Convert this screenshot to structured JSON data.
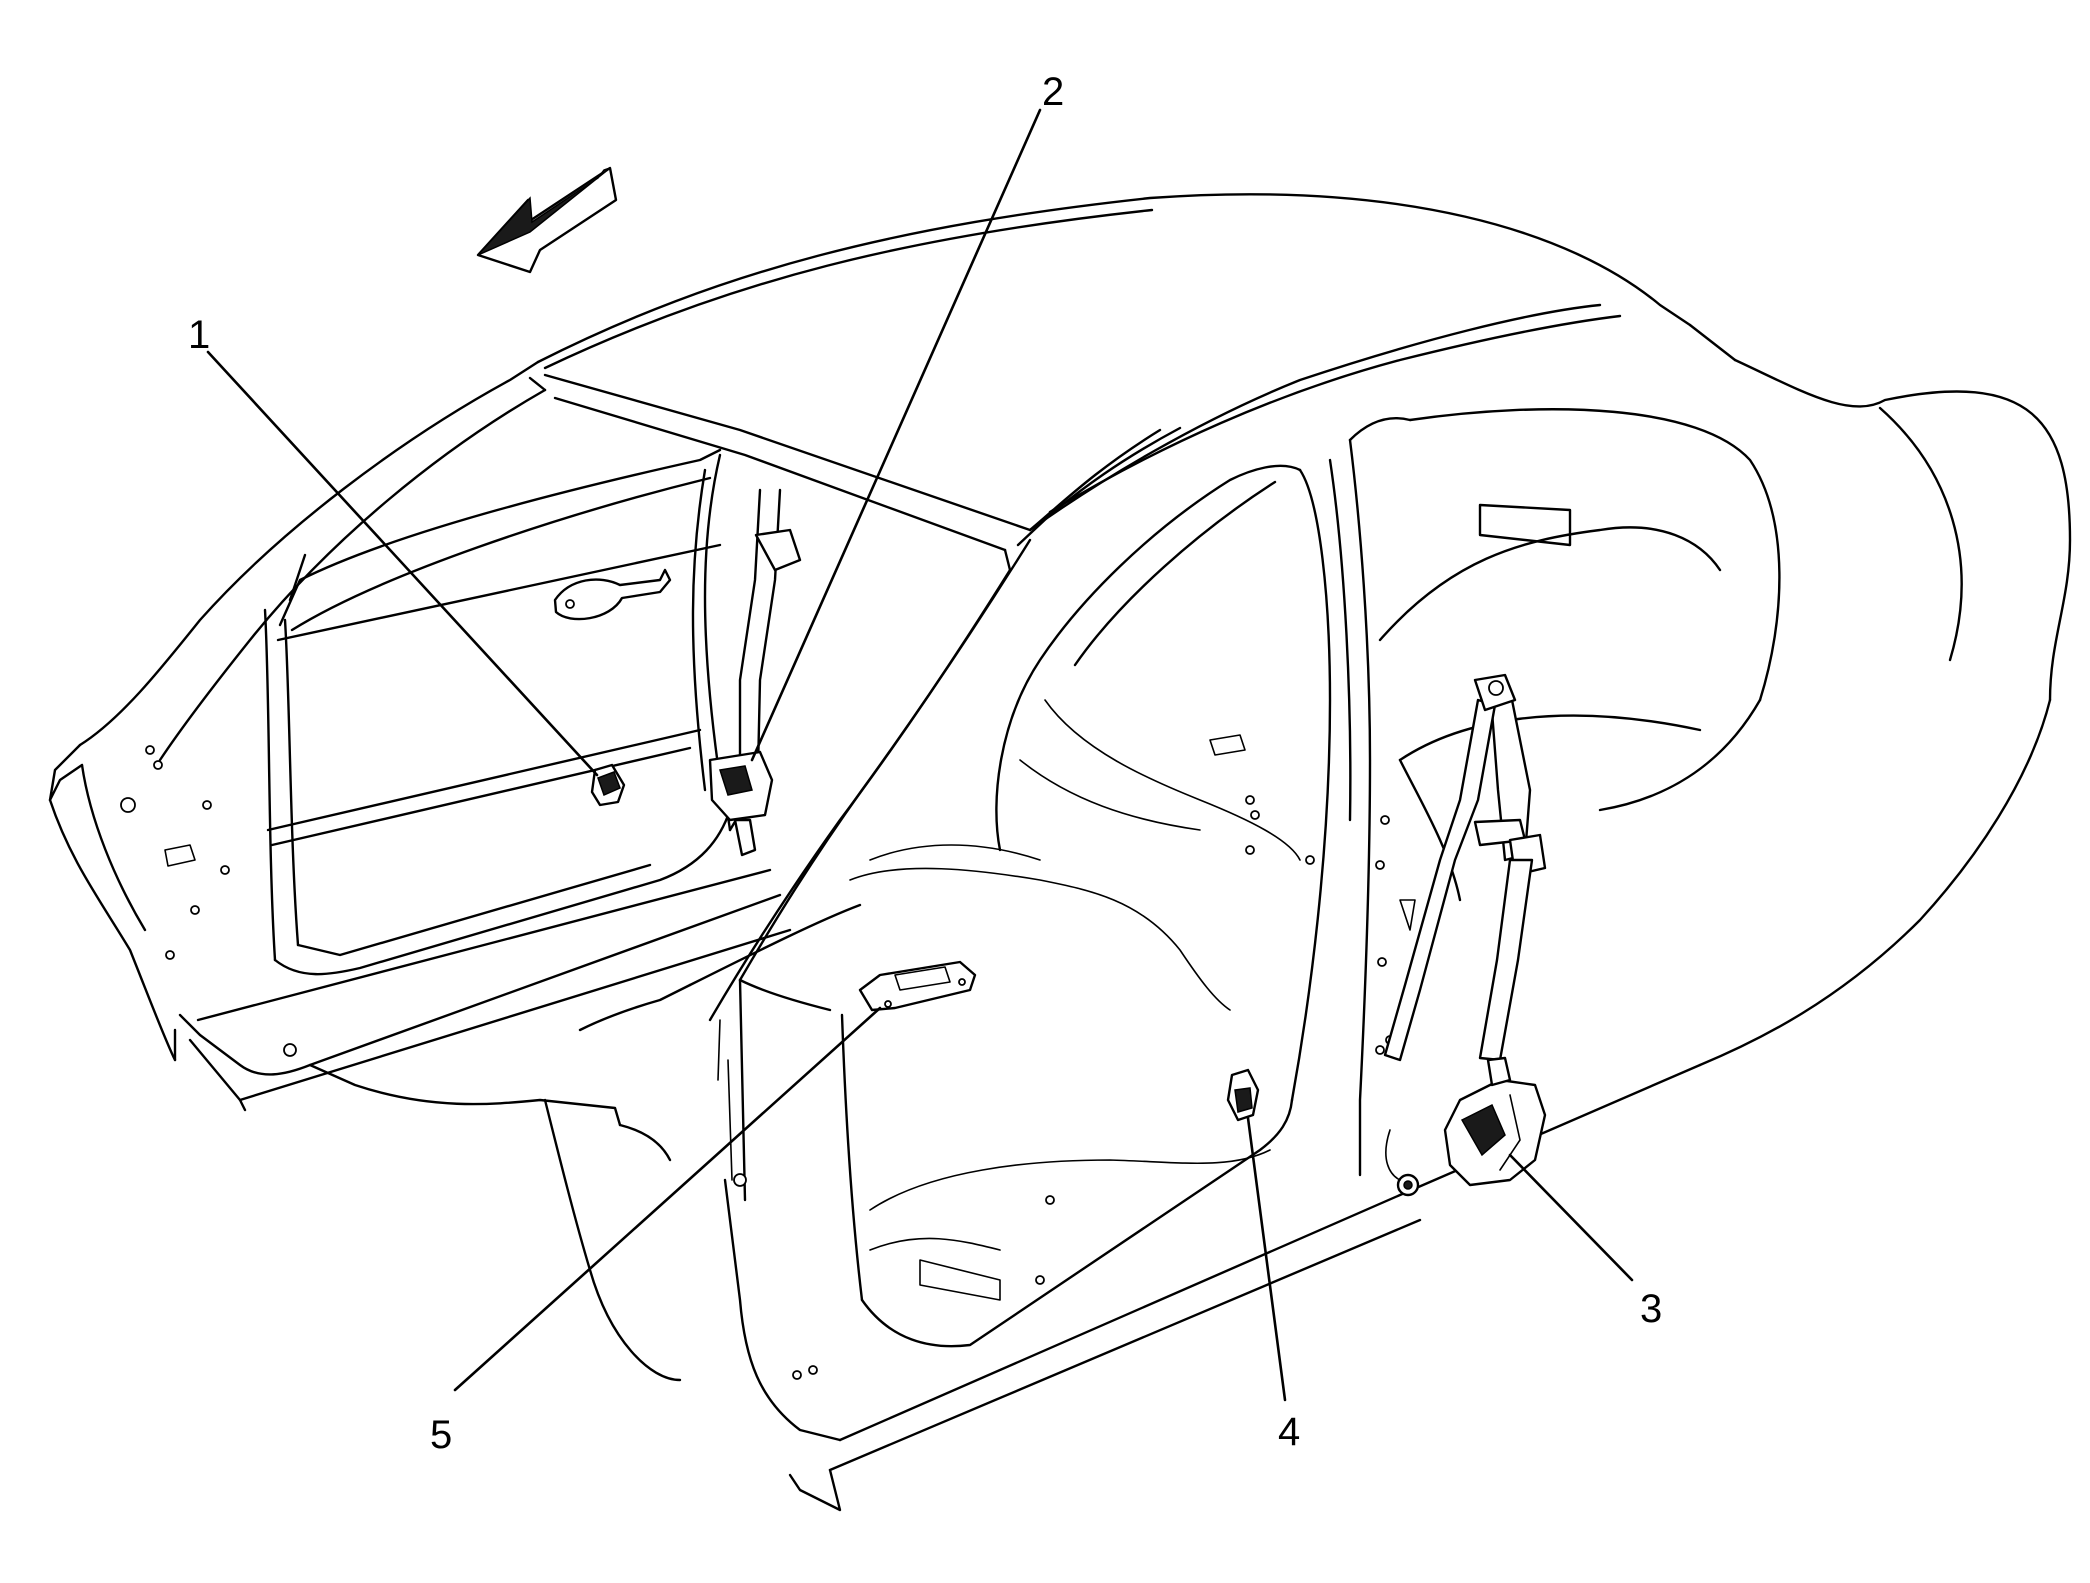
{
  "callouts": [
    {
      "id": "1",
      "label": "1"
    },
    {
      "id": "2",
      "label": "2"
    },
    {
      "id": "3",
      "label": "3"
    },
    {
      "id": "4",
      "label": "4"
    },
    {
      "id": "5",
      "label": "5"
    }
  ],
  "icons": {
    "direction_arrow": "forward-arrow-icon"
  },
  "colors": {
    "line": "#000000",
    "background": "#ffffff"
  }
}
